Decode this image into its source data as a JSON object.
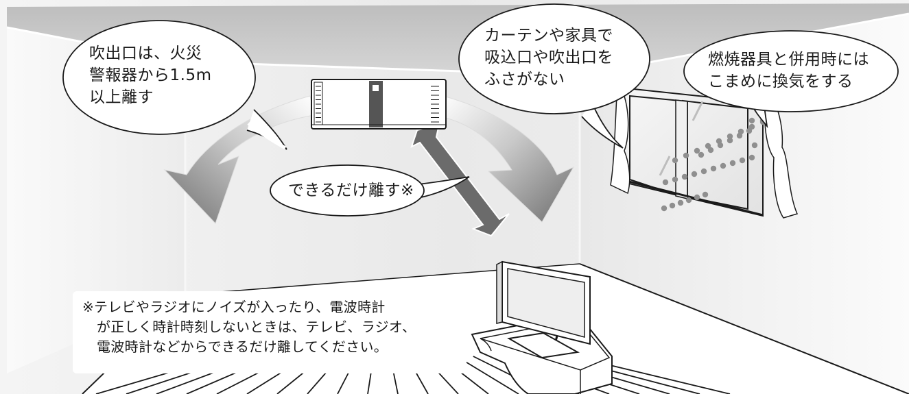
{
  "bubbles": {
    "alarm": {
      "lines": [
        "吹出口は、火災",
        "警報器から1.5m",
        "以上離す"
      ]
    },
    "block": {
      "lines": [
        "カーテンや家具で",
        "吸込口や吹出口を",
        "ふさがない"
      ]
    },
    "ventilate": {
      "lines": [
        "燃焼器具と併用時には",
        "こまめに換気をする"
      ]
    },
    "distance": {
      "text": "できるだけ離す※"
    }
  },
  "note": {
    "lines": [
      "※テレビやラジオにノイズが入ったり、電波時計",
      "が正しく時計時刻しないときは、テレビ、ラジオ、",
      "電波時計などからできるだけ離してください。"
    ]
  },
  "colors": {
    "ceiling": "#c8c8c8",
    "back_wall": "#ededed",
    "arrow_dark": "#6b6b6b",
    "floor": "#ffffff",
    "dot": "#8f8f8f"
  }
}
